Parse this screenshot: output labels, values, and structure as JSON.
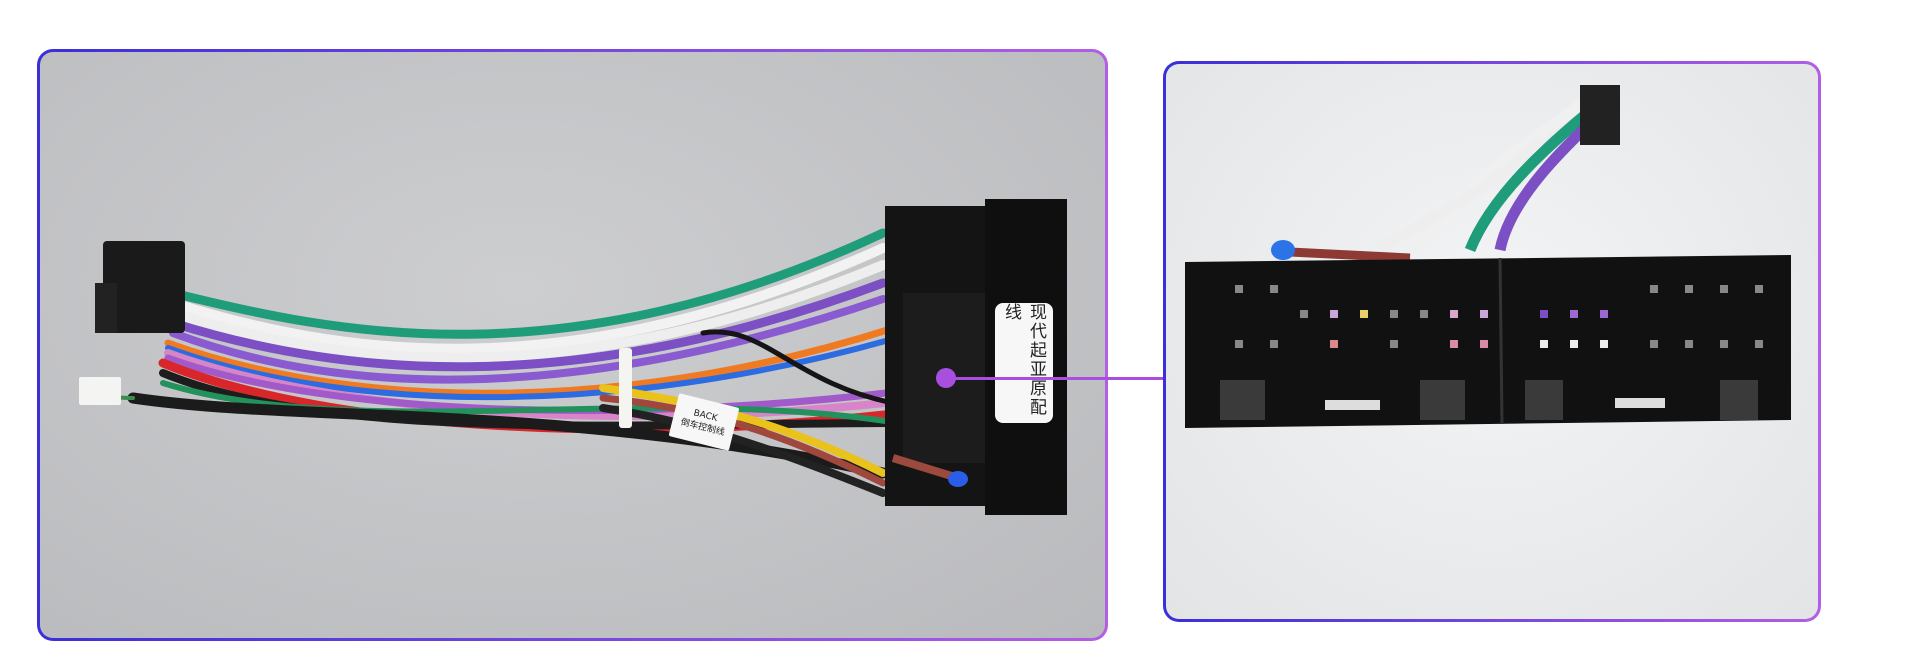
{
  "harness_photo": {
    "connector_label": "现代起亚原配线",
    "reverse_tag": {
      "line1": "BACK",
      "line2": "倒车控制线"
    }
  },
  "detail_photo": {},
  "colors": {
    "frame_start": "#3a2fd8",
    "frame_end": "#b35ee4",
    "callout": "#a84fe0"
  }
}
